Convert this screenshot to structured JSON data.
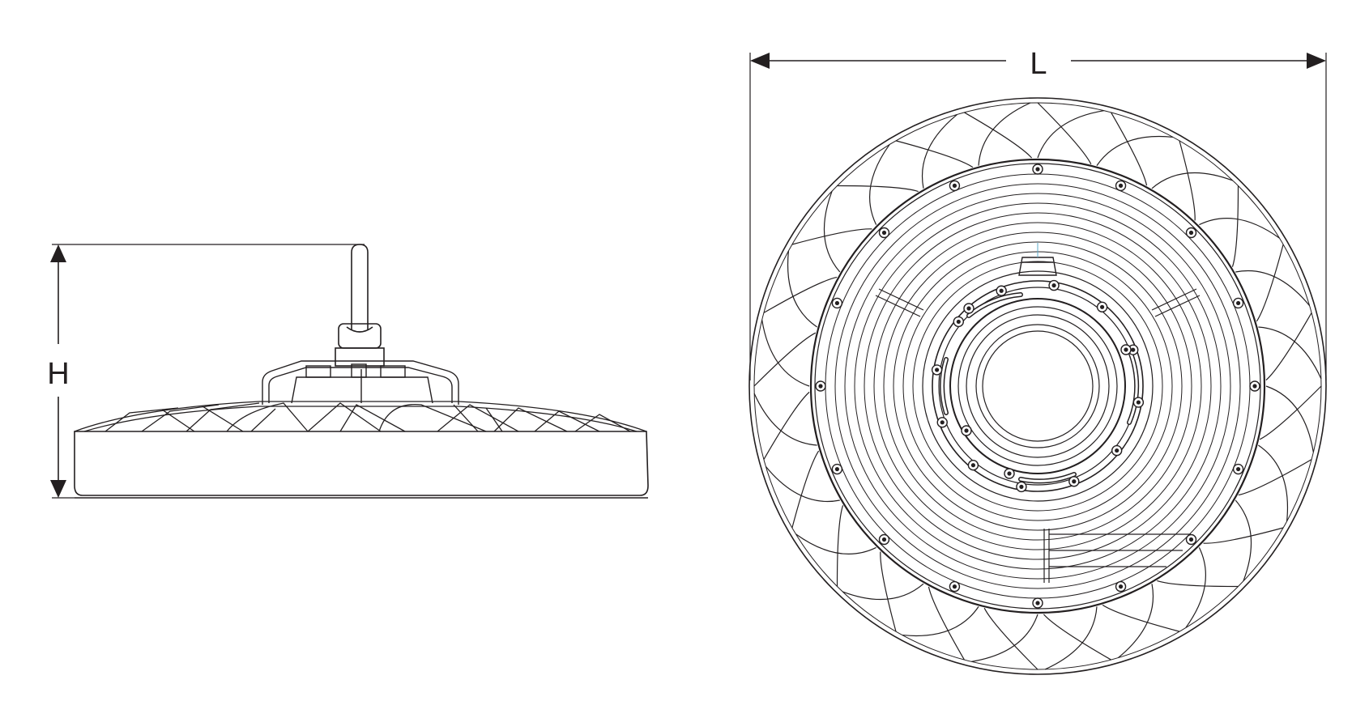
{
  "dimensions": {
    "height_label": "H",
    "length_label": "L"
  },
  "colors": {
    "line": "#231f20",
    "background": "#ffffff"
  },
  "views": [
    "side-view",
    "top-view"
  ]
}
